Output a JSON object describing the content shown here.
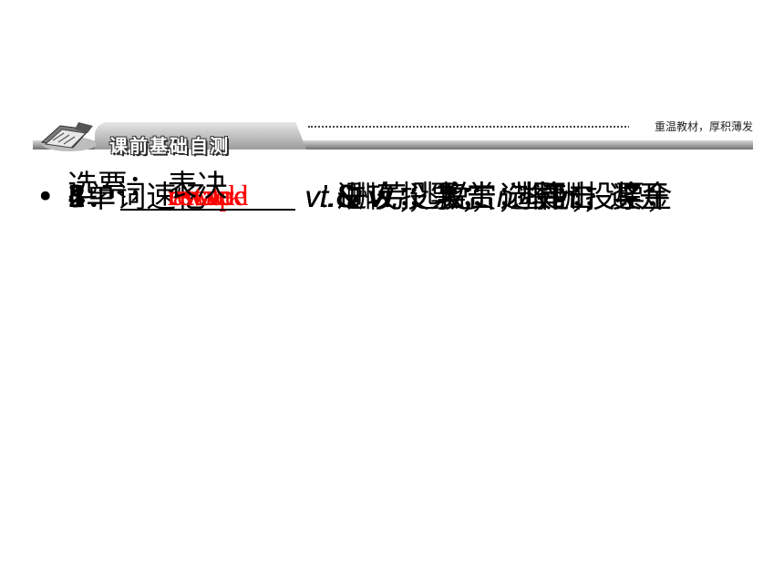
{
  "banner": {
    "title": "课前基础自测",
    "slogan": "重温教材，厚积薄发"
  },
  "section": {
    "heading": "Ⅰ.单词速忆"
  },
  "items": [
    {
      "num": "1．",
      "answer": "escape",
      "pos1": "vi.",
      "mid": "& ",
      "pos2": "vt.",
      "meaning": " 逃脱； 逃走； 避开"
    },
    {
      "num": "2．",
      "answer": "reward",
      "pos1": "vt ",
      "mid": "",
      "pos2": "",
      "meaning": ".酬劳；奖赏",
      "pos3": "n.",
      "meaning2": "报酬；奖金"
    },
    {
      "num": "3．",
      "answer": "attack",
      "pos1": "vt.",
      "mid": "",
      "pos2": "",
      "meaning": "进攻； 攻击； 抨击"
    },
    {
      "num": "4．",
      "answer": "vote",
      "pos1": "vt.",
      "mid": "& ",
      "pos2": "vi.",
      "meaning": "投票； 选举",
      "pos3": "n.",
      "meaning2": "投票；",
      "continuation": "选票； 表决"
    }
  ],
  "bullet": "•",
  "colors": {
    "answer": "#ff0000",
    "banner_bar": "#9a9a9a"
  }
}
